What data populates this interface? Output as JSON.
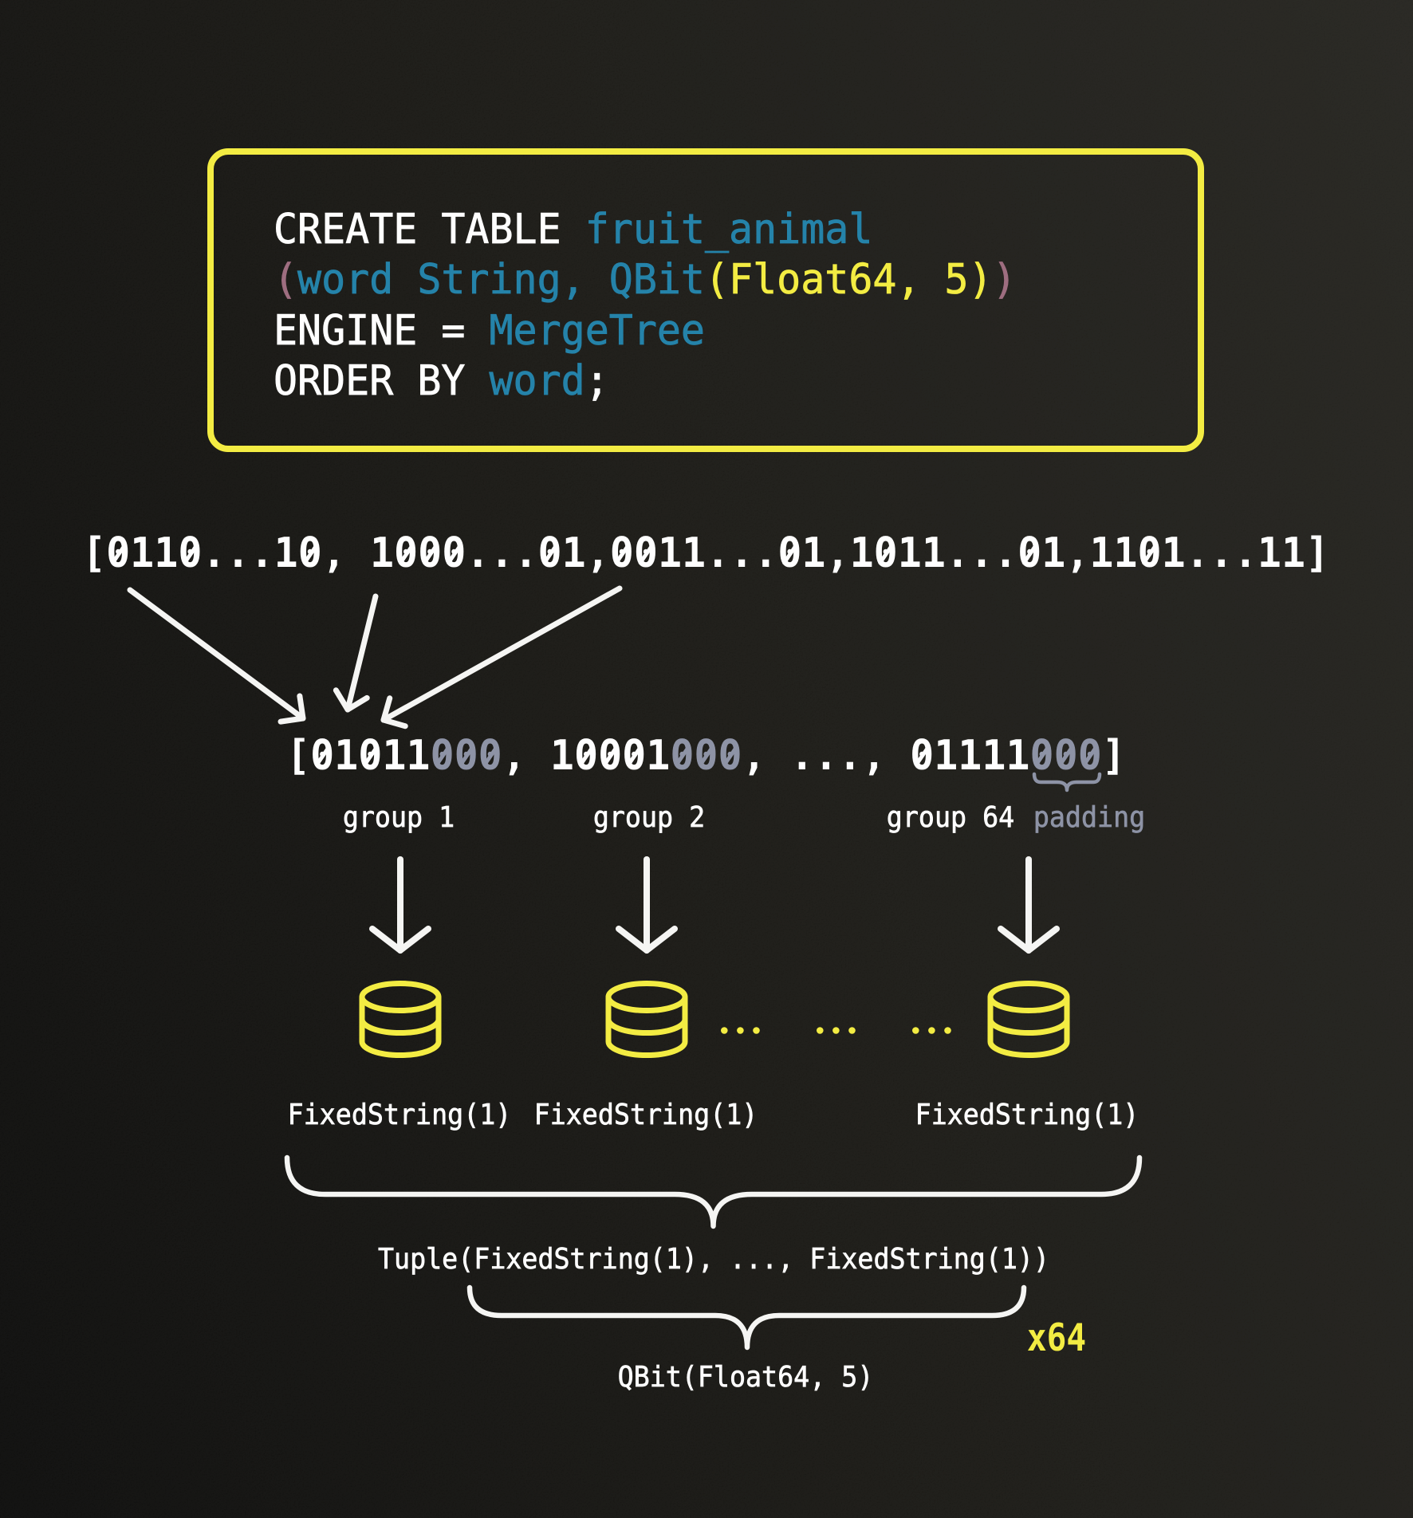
{
  "palette": {
    "background_dark": "#0d0d0c",
    "background_light": "#262520",
    "yellow": "#f4ed3e",
    "teal": "#1f80a8",
    "mauve": "#9c6a7d",
    "slate_gray": "#8b91a4",
    "white": "#ffffff"
  },
  "sql": {
    "l1_keyword": "CREATE TABLE ",
    "l1_table_name": "fruit_animal",
    "l2_paren_open": "(",
    "l2_columns": "word String, QBit",
    "l2_qbit_args": "(Float64, 5)",
    "l2_paren_close": ")",
    "l3_keyword": "ENGINE = ",
    "l3_engine": "MergeTree",
    "l4_keyword": "ORDER BY ",
    "l4_column": "word",
    "l4_semicolon": ";"
  },
  "bit_array": "[0110...10, 1000...01,0011...01,1011...01,1101...11]",
  "grouped_array": {
    "open_bracket": "[",
    "group1_bits": "01011",
    "group1_padding": "000",
    "sep1": ", ",
    "group2_bits": "10001",
    "group2_padding": "000",
    "sep2": ", ..., ",
    "group64_bits": "01111",
    "group64_padding": "000",
    "close_bracket": "]"
  },
  "labels": {
    "group1": "group 1",
    "group2": "group 2",
    "group64": "group 64",
    "padding": "padding",
    "fixedstring1": "FixedString(1)",
    "fixedstring2": "FixedString(1)",
    "fixedstring3": "FixedString(1)",
    "ellipsis1": "...",
    "ellipsis2": "...",
    "ellipsis3": "...",
    "tuple": "Tuple(FixedString(1), ..., FixedString(1))",
    "qbit": "QBit(Float64, 5)",
    "multiplier": "x64"
  }
}
